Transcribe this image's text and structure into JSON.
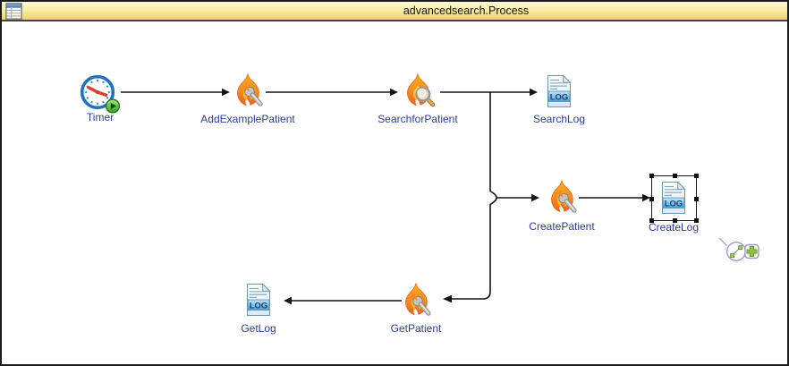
{
  "window": {
    "title": "advancedsearch.Process"
  },
  "icon_badges": {
    "log": "LOG"
  },
  "nodes": [
    {
      "label": "Timer",
      "type": "timer-start"
    },
    {
      "label": "AddExamplePatient",
      "type": "activity-wrench"
    },
    {
      "label": "SearchforPatient",
      "type": "activity-search"
    },
    {
      "label": "SearchLog",
      "type": "log-file"
    },
    {
      "label": "CreatePatient",
      "type": "activity-wrench"
    },
    {
      "label": "CreateLog",
      "type": "log-file",
      "selected": true
    },
    {
      "label": "GetPatient",
      "type": "activity-wrench"
    },
    {
      "label": "GetLog",
      "type": "log-file"
    }
  ],
  "colors": {
    "node_label": "#2D3E9E",
    "titlebar_top": "#FFFBDC",
    "titlebar_bottom": "#EFD166",
    "connector": "#141414",
    "selection": "#1a1a1a"
  }
}
